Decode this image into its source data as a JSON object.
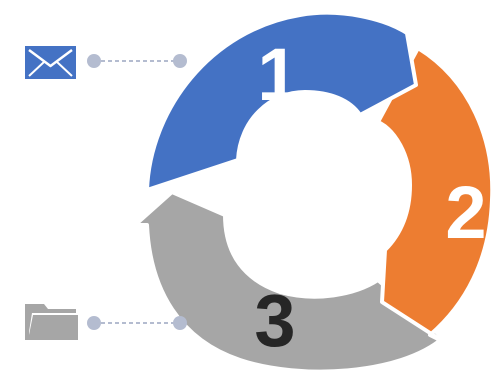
{
  "cycle": {
    "segments": [
      {
        "number": "1",
        "color": "#4472C4",
        "text_color": "#FFFFFF"
      },
      {
        "number": "2",
        "color": "#ED7D31",
        "text_color": "#FFFFFF"
      },
      {
        "number": "3",
        "color": "#A6A6A6",
        "text_color": "#262626"
      }
    ]
  },
  "icons": {
    "mail": {
      "name": "envelope-icon",
      "color": "#4472C4"
    },
    "folder": {
      "name": "folder-icon",
      "color": "#A6A6A6"
    }
  },
  "connector_color": "#B4BCD0"
}
